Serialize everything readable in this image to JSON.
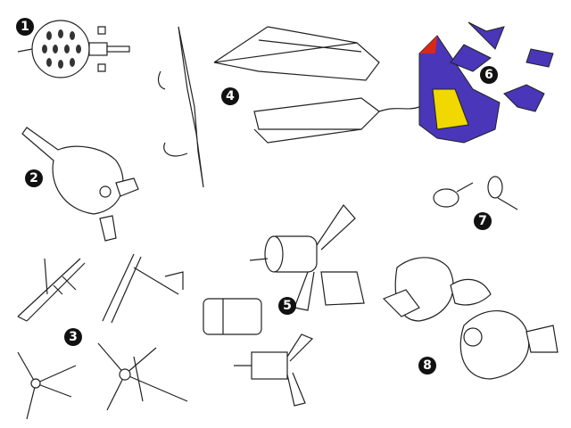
{
  "markers": [
    "1",
    "2",
    "3",
    "4",
    "5",
    "6",
    "7",
    "8"
  ],
  "colors": {
    "marker": "#111111",
    "ink": "#222222",
    "panel_purple": "#4a36b8",
    "panel_yellow": "#f0d800",
    "panel_red": "#d82818"
  }
}
